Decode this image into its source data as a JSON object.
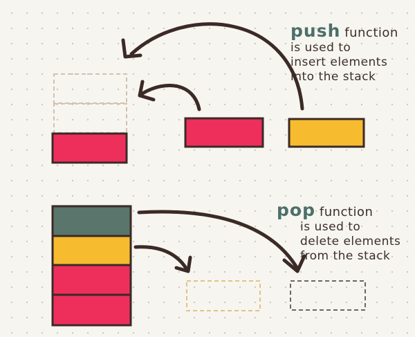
{
  "push": {
    "keyword": "push",
    "word": "function",
    "lines": [
      "is used to",
      "insert elements",
      "into the stack"
    ]
  },
  "pop": {
    "keyword": "pop",
    "word": "function",
    "lines": [
      "is used to",
      "delete elements",
      "from the stack"
    ]
  },
  "colors": {
    "red": "#ee2f5c",
    "yellow": "#f6bb2f",
    "teal": "#5a766c",
    "outline": "#3b2a26",
    "dashed_empty": "#cfc2b0",
    "dashed_popped": "#e3c188",
    "dashed_dark": "#6b6660",
    "arrow": "#3b2a26"
  }
}
